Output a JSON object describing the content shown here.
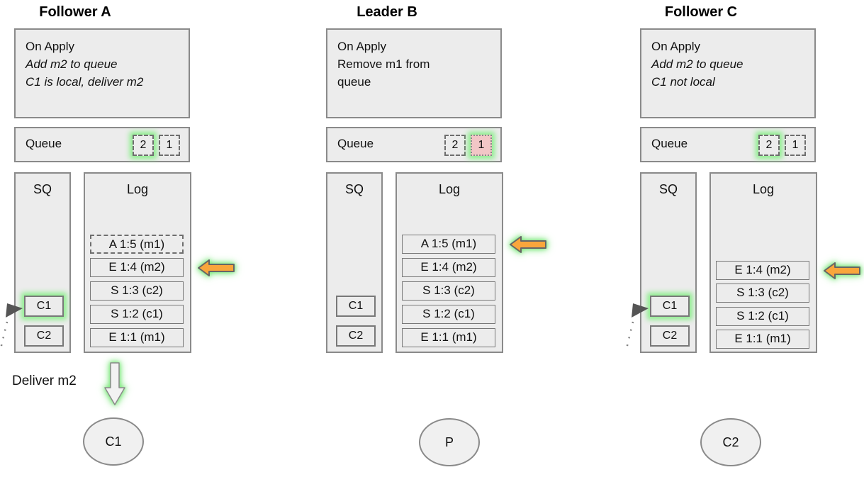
{
  "colors": {
    "box_fill": "#ececec",
    "border_gray": "#8a8a8a",
    "glow_green": "#8cee8c",
    "arrow_orange": "#f9a63c",
    "removed_pink": "#f2c6c6"
  },
  "columns": [
    {
      "title": "Follower A",
      "on_apply": {
        "heading": "On Apply",
        "body": "Add m2 to queue\nC1 is local, deliver m2"
      },
      "queue": {
        "label": "Queue",
        "items": [
          {
            "value": "2"
          },
          {
            "value": "1"
          }
        ]
      },
      "sq": {
        "label": "SQ",
        "items": [
          {
            "value": "C1"
          },
          {
            "value": "C2"
          }
        ]
      },
      "log": {
        "label": "Log",
        "entries": [
          {
            "label": "A 1:5 (m1)"
          },
          {
            "label": "E 1:4 (m2)"
          },
          {
            "label": "S 1:3 (c2)"
          },
          {
            "label": "S 1:2 (c1)"
          },
          {
            "label": "E 1:1 (m1)"
          }
        ]
      },
      "deliver_label": "Deliver m2",
      "client": "C1"
    },
    {
      "title": "Leader B",
      "on_apply": {
        "heading": "On Apply",
        "body": "Remove m1 from\nqueue"
      },
      "queue": {
        "label": "Queue",
        "items": [
          {
            "value": "2"
          },
          {
            "value": "1"
          }
        ]
      },
      "sq": {
        "label": "SQ",
        "items": [
          {
            "value": "C1"
          },
          {
            "value": "C2"
          }
        ]
      },
      "log": {
        "label": "Log",
        "entries": [
          {
            "label": "A 1:5 (m1)"
          },
          {
            "label": "E 1:4 (m2)"
          },
          {
            "label": "S 1:3 (c2)"
          },
          {
            "label": "S 1:2 (c1)"
          },
          {
            "label": "E 1:1 (m1)"
          }
        ]
      },
      "client": "P"
    },
    {
      "title": "Follower C",
      "on_apply": {
        "heading": "On Apply",
        "body": "Add m2 to queue\nC1 not local"
      },
      "queue": {
        "label": "Queue",
        "items": [
          {
            "value": "2"
          },
          {
            "value": "1"
          }
        ]
      },
      "sq": {
        "label": "SQ",
        "items": [
          {
            "value": "C1"
          },
          {
            "value": "C2"
          }
        ]
      },
      "log": {
        "label": "Log",
        "entries": [
          {
            "label": "E 1:4 (m2)"
          },
          {
            "label": "S 1:3 (c2)"
          },
          {
            "label": "S 1:2 (c1)"
          },
          {
            "label": "E 1:1 (m1)"
          }
        ]
      },
      "client": "C2"
    }
  ]
}
